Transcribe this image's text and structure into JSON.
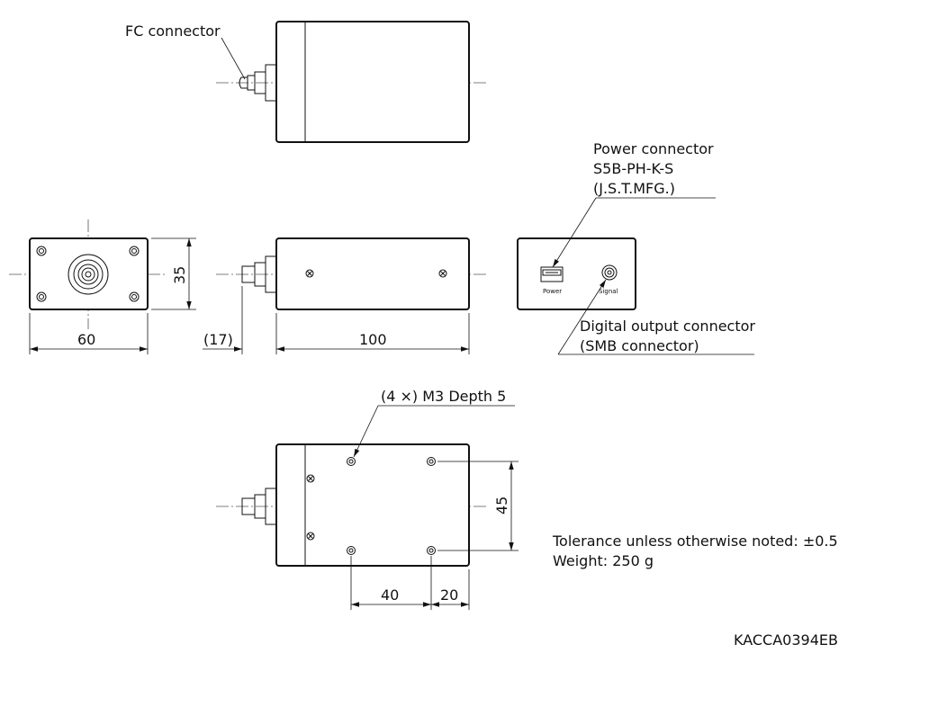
{
  "labels": {
    "fc_connector": "FC connector",
    "power_connector_line1": "Power connector",
    "power_connector_line2": "S5B-PH-K-S",
    "power_connector_line3": "(J.S.T.MFG.)",
    "power_port": "Power",
    "signal_port": "Signal",
    "digital_output_line1": "Digital output connector",
    "digital_output_line2": "(SMB connector)",
    "mount_holes": "(4 ×) M3 Depth 5",
    "tolerance": "Tolerance unless otherwise noted: ±0.5",
    "weight": "Weight: 250 g",
    "drawing_code": "KACCA0394EB"
  },
  "dimensions": {
    "front_width": "60",
    "front_height": "35",
    "connector_length": "(17)",
    "body_length": "100",
    "hole_spacing_y": "45",
    "hole_spacing_x": "40",
    "hole_offset_x": "20"
  }
}
